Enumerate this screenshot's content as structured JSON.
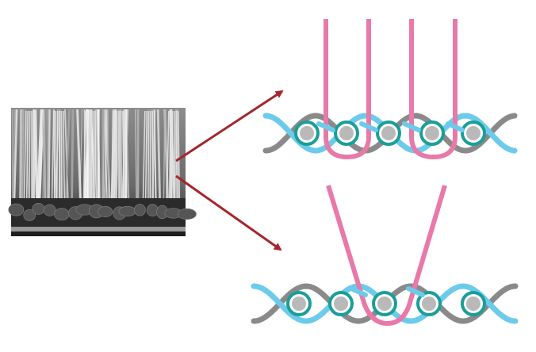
{
  "figure": {
    "photo": {
      "description_icon": "carpet-tuft-photo-icon",
      "bristles": 40
    },
    "diagrams": [
      {
        "id": "cut-pile",
        "icon": "parallel-tufts-icon",
        "loops": 2
      },
      {
        "id": "v-pile",
        "icon": "v-tuft-icon",
        "loops": 1
      }
    ],
    "colors": {
      "pile": "#e879a8",
      "weft_blue": "#6ccbea",
      "weft_gray": "#8a8a8a",
      "warp_ring": "#1a9e98",
      "warp_core": "#b9b9b9",
      "arrow": "#a4262c",
      "photo_bg": "#6e6e6e"
    }
  }
}
